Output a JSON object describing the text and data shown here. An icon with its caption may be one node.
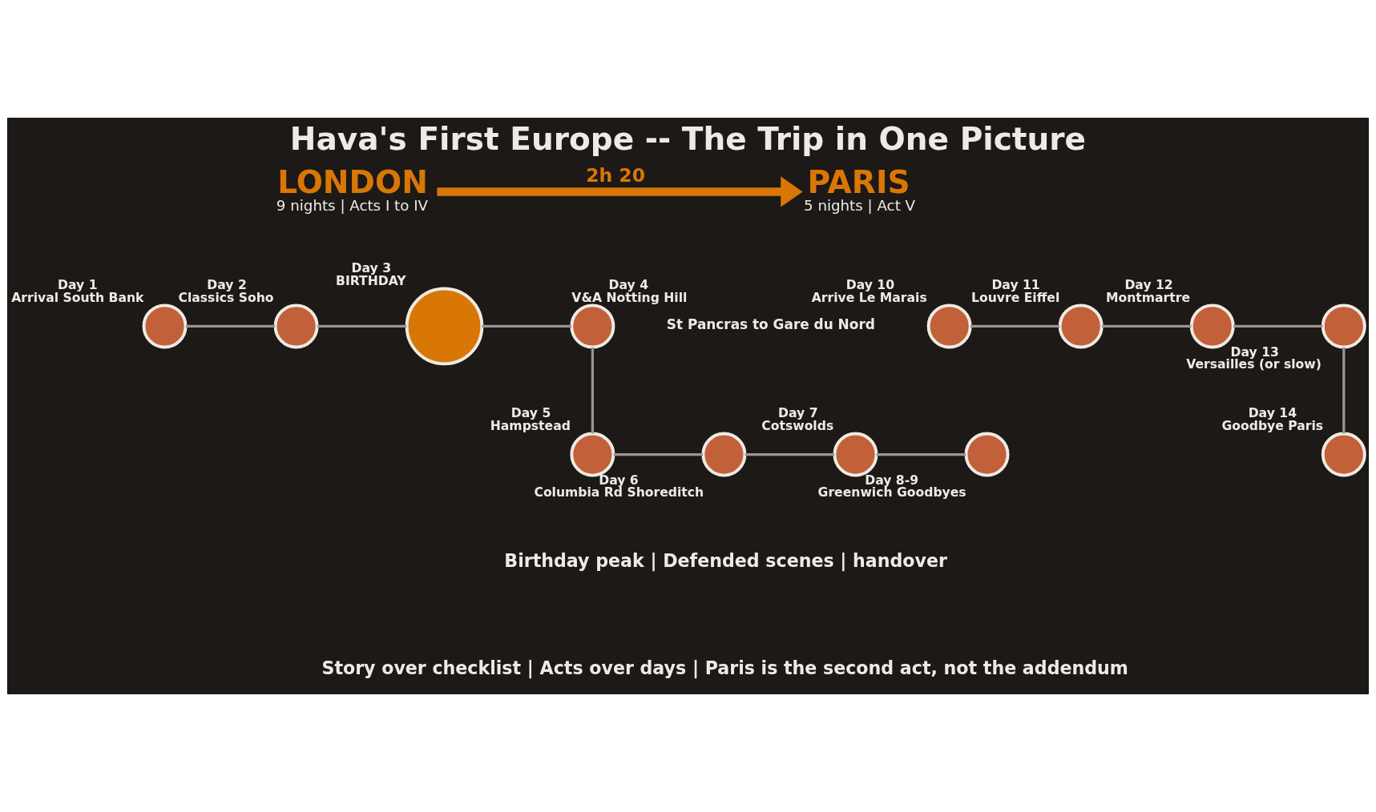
{
  "diagram": {
    "title": "Hava's First Europe -- The Trip in One Picture",
    "nodes": [
      {
        "text": [
          "LONDON",
          "9 nights | Acts I to IV"
        ]
      },
      {
        "text": [],
        "shape": "circle",
        "beside": [
          "Day 1",
          "Arrival South Bank"
        ]
      },
      {
        "text": [],
        "shape": "circle",
        "beside": [
          "Day 2",
          "Classics Soho"
        ]
      },
      {
        "text": [],
        "shape": "circle",
        "beside": [
          "Day 3",
          "BIRTHDAY"
        ]
      },
      {
        "text": [],
        "shape": "circle",
        "beside": [
          "Day 4",
          "V&A Notting Hill"
        ]
      },
      {
        "text": [],
        "shape": "circle",
        "beside": [
          "Day 5",
          "Hampstead"
        ]
      },
      {
        "text": [],
        "shape": "circle",
        "beside": [
          "Day 6",
          "Columbia Rd Shoreditch"
        ]
      },
      {
        "text": [],
        "shape": "circle",
        "beside": [
          "Day 7",
          "Cotswolds"
        ]
      },
      {
        "text": [],
        "shape": "circle",
        "beside": [
          "Day 8-9",
          "Greenwich Goodbyes"
        ]
      },
      {
        "text": [
          "PARIS",
          "5 nights | Act V"
        ]
      },
      {
        "text": [],
        "shape": "circle",
        "beside": [
          "Day 10",
          "Arrive Le Marais"
        ]
      },
      {
        "text": [],
        "shape": "circle",
        "beside": [
          "Day 11",
          "Louvre Eiffel"
        ]
      },
      {
        "text": [],
        "shape": "circle",
        "beside": [
          "Day 12",
          "Montmartre"
        ]
      },
      {
        "text": [],
        "shape": "circle",
        "beside": [
          "Day 13",
          "Versailles (or slow)"
        ]
      },
      {
        "text": [],
        "shape": "circle",
        "beside": [
          "Day 14",
          "Goodbye Paris"
        ]
      }
    ],
    "edges": [
      {
        "from": 1,
        "to": 2,
        "arrow": "none"
      },
      {
        "from": 2,
        "to": 3,
        "arrow": "none"
      },
      {
        "from": 3,
        "to": 4,
        "arrow": "none"
      },
      {
        "from": 4,
        "to": 5,
        "arrow": "none"
      },
      {
        "from": 5,
        "to": 6,
        "arrow": "none"
      },
      {
        "from": 6,
        "to": 7,
        "arrow": "none"
      },
      {
        "from": 7,
        "to": 8,
        "arrow": "none"
      },
      {
        "from": 0,
        "to": 9,
        "arrow": "to",
        "label": "2h 20",
        "style": "thick",
        "color": "#d97706"
      },
      {
        "from": 10,
        "to": 11,
        "arrow": "none"
      },
      {
        "from": 11,
        "to": 12,
        "arrow": "none"
      },
      {
        "from": 12,
        "to": 13,
        "arrow": "none"
      },
      {
        "from": 13,
        "to": 14,
        "arrow": "none"
      }
    ],
    "labels": [
      "St Pancras to Gare du Nord",
      "Birthday peak | Defended scenes | handover",
      "Story over checklist | Acts over days | Paris is the second act, not the addendum"
    ]
  }
}
